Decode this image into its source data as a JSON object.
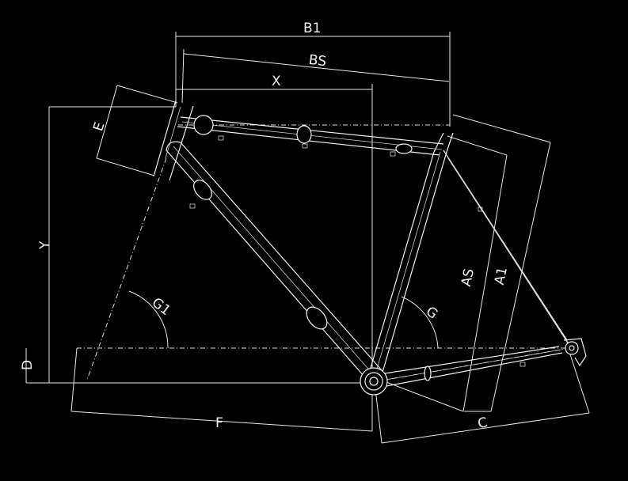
{
  "diagram": {
    "background": "#000000",
    "stroke": "#f0f0f0",
    "labels": {
      "b1": "B1",
      "bs": "BS",
      "x": "X",
      "e": "E",
      "y": "Y",
      "g1": "G1",
      "g": "G",
      "as": "AS",
      "a1": "A1",
      "d": "D",
      "f": "F",
      "c": "C"
    }
  }
}
